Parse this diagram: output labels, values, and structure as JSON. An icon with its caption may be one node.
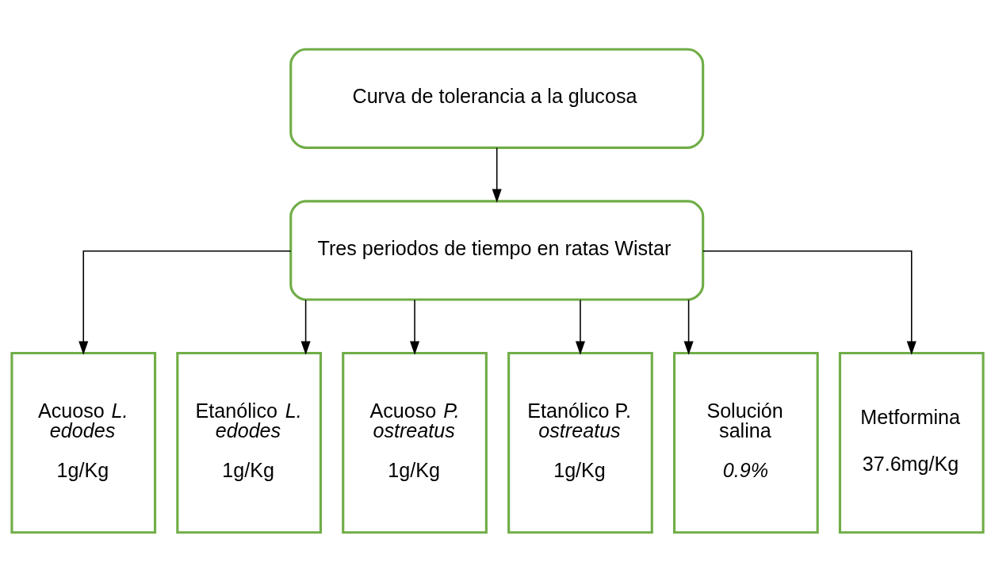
{
  "diagram": {
    "nodes": [
      {
        "text": [
          "Curva de tolerancia a la glucosa"
        ]
      },
      {
        "text": [
          "Tres periodos de tiempo en ratas Wistar"
        ]
      },
      {
        "text": [
          "Acuoso *L. edodes*",
          "1g/Kg"
        ]
      },
      {
        "text": [
          "Etanólico *L. edodes*",
          "1g/Kg"
        ]
      },
      {
        "text": [
          "Acuoso *P. ostreatus*",
          "1g/Kg"
        ]
      },
      {
        "text": [
          "Etanólico P. *ostreatus*",
          "1g/Kg"
        ]
      },
      {
        "text": [
          "Solución salina",
          "*0.9%*"
        ]
      },
      {
        "text": [
          "Metformina",
          "37.6mg/Kg"
        ]
      }
    ],
    "edges": [
      {
        "from": 0,
        "to": 1,
        "arrow": "to"
      },
      {
        "from": 1,
        "to": 2,
        "arrow": "to"
      },
      {
        "from": 1,
        "to": 3,
        "arrow": "to"
      },
      {
        "from": 1,
        "to": 4,
        "arrow": "to"
      },
      {
        "from": 1,
        "to": 5,
        "arrow": "to"
      },
      {
        "from": 1,
        "to": 6,
        "arrow": "to"
      },
      {
        "from": 1,
        "to": 7,
        "arrow": "to"
      }
    ]
  }
}
